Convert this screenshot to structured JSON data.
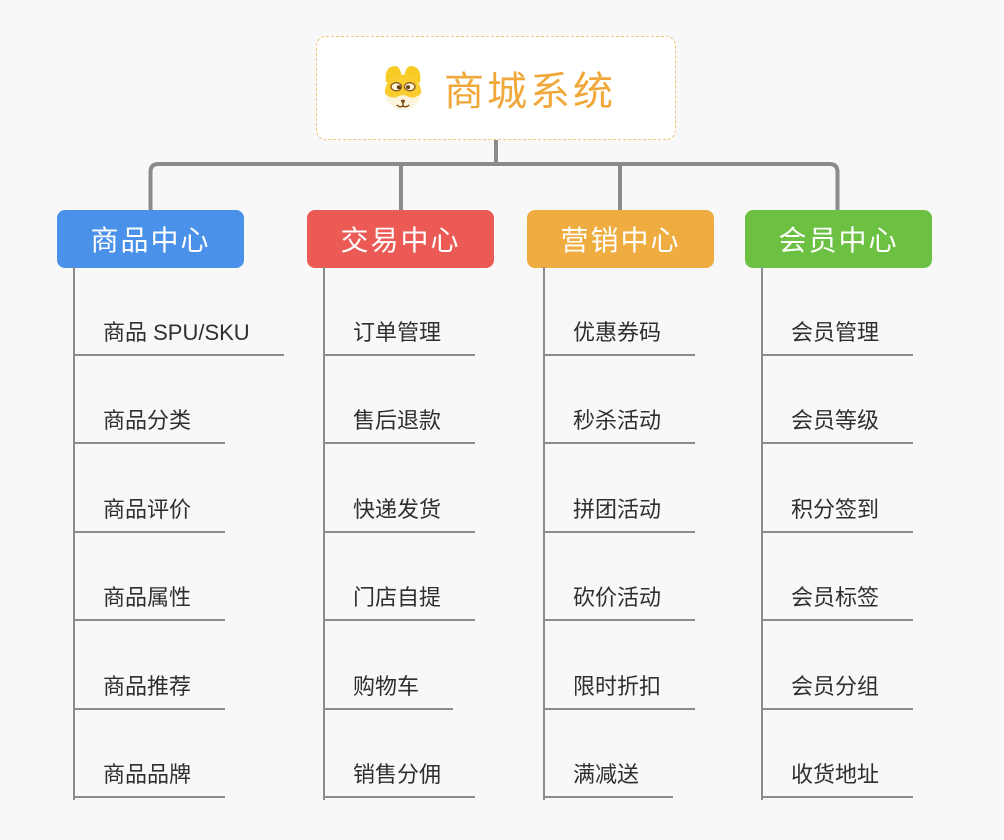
{
  "root": {
    "title": "商城系统",
    "icon": "dog-icon"
  },
  "colors": {
    "background": "#F8F8F8",
    "connector": "#8B8B8B",
    "child_line": "#8C8C8C",
    "child_text": "#2F2F2F",
    "root_text": "#F1A83A",
    "root_border": "#F5C078",
    "node_text": "#FFFFFF"
  },
  "branches": [
    {
      "id": "product-center",
      "label": "商品中心",
      "color": "#4A92E9",
      "children": [
        "商品 SPU/SKU",
        "商品分类",
        "商品评价",
        "商品属性",
        "商品推荐",
        "商品品牌"
      ]
    },
    {
      "id": "trade-center",
      "label": "交易中心",
      "color": "#EB5A55",
      "children": [
        "订单管理",
        "售后退款",
        "快递发货",
        "门店自提",
        "购物车",
        "销售分佣"
      ]
    },
    {
      "id": "marketing-center",
      "label": "营销中心",
      "color": "#EFAD41",
      "children": [
        "优惠券码",
        "秒杀活动",
        "拼团活动",
        "砍价活动",
        "限时折扣",
        "满减送"
      ]
    },
    {
      "id": "member-center",
      "label": "会员中心",
      "color": "#6CC142",
      "children": [
        "会员管理",
        "会员等级",
        "积分签到",
        "会员标签",
        "会员分组",
        "收货地址"
      ]
    }
  ]
}
